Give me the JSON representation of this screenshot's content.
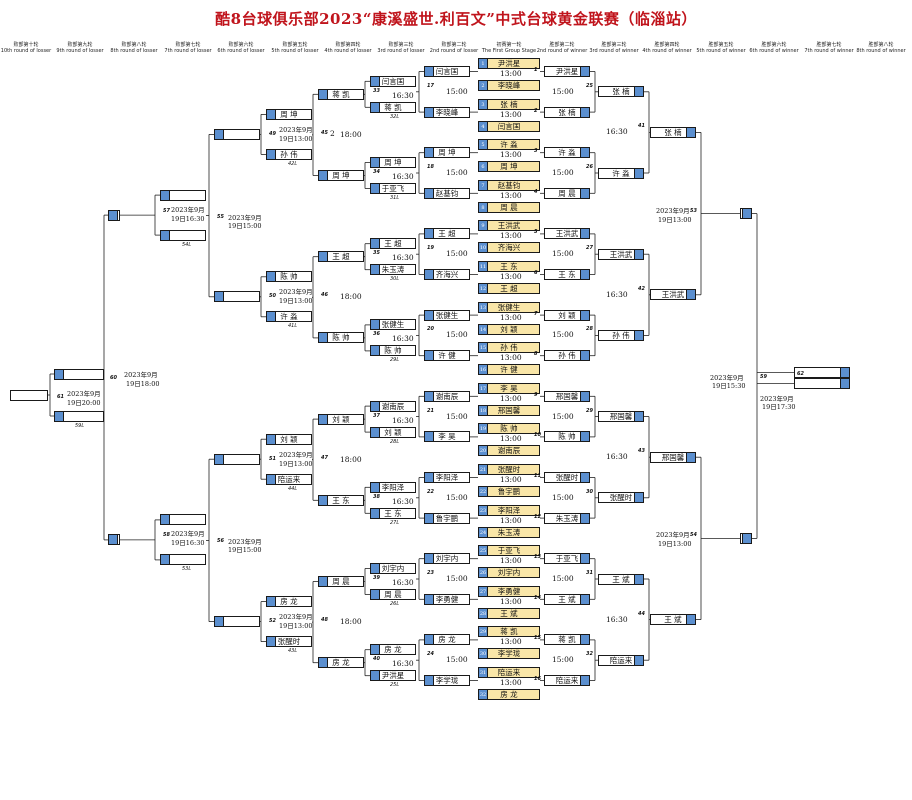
{
  "title": "酷8台球俱乐部2023“康溪盛世.利百文”中式台球黄金联赛（临淄站）",
  "headers": [
    {
      "cn": "败部第十轮",
      "en": "10th round of losser"
    },
    {
      "cn": "败部第九轮",
      "en": "9th round of losser"
    },
    {
      "cn": "败部第八轮",
      "en": "8th round of losser"
    },
    {
      "cn": "败部第七轮",
      "en": "7th round of losser"
    },
    {
      "cn": "败部第六轮",
      "en": "6th round of losser"
    },
    {
      "cn": "败部第五轮",
      "en": "5th round of losser"
    },
    {
      "cn": "败部第四轮",
      "en": "4th round of losser"
    },
    {
      "cn": "败部第三轮",
      "en": "3rd round of losser"
    },
    {
      "cn": "败部第二轮",
      "en": "2nd round of losser"
    },
    {
      "cn": "初赛第一轮",
      "en": "The First Group Stage"
    },
    {
      "cn": "胜部第二轮",
      "en": "2nd round of winner"
    },
    {
      "cn": "胜部第三轮",
      "en": "3rd round of winner"
    },
    {
      "cn": "胜部第四轮",
      "en": "4th round of winner"
    },
    {
      "cn": "胜部第五轮",
      "en": "5th round of winner"
    },
    {
      "cn": "胜部第六轮",
      "en": "6th round of winner"
    },
    {
      "cn": "胜部第七轮",
      "en": "7th round of winner"
    },
    {
      "cn": "胜部第八轮",
      "en": "8th round of winner"
    }
  ],
  "first_round": [
    {
      "n": "1",
      "a": "尹洪星",
      "b": "李晓峰",
      "t": "13:00"
    },
    {
      "n": "2",
      "a": "张 楠",
      "b": "闫言国",
      "t": "13:00"
    },
    {
      "n": "3",
      "a": "许 淼",
      "b": "周 坤",
      "t": "13:00"
    },
    {
      "n": "4",
      "a": "赵基钧",
      "b": "周 晨",
      "t": "13:00"
    },
    {
      "n": "5",
      "a": "王洪武",
      "b": "齐海兴",
      "t": "13:00"
    },
    {
      "n": "6",
      "a": "王 东",
      "b": "王 超",
      "t": "13:00"
    },
    {
      "n": "7",
      "a": "张健生",
      "b": "刘 颖",
      "t": "13:00"
    },
    {
      "n": "8",
      "a": "孙 伟",
      "b": "许 健",
      "t": "13:00"
    },
    {
      "n": "9",
      "a": "李 昊",
      "b": "邢国馨",
      "t": "13:00"
    },
    {
      "n": "10",
      "a": "陈 帅",
      "b": "谢南辰",
      "t": "13:00"
    },
    {
      "n": "11",
      "a": "张醒时",
      "b": "鲁宇鹏",
      "t": "13:00"
    },
    {
      "n": "12",
      "a": "李阳泽",
      "b": "朱玉涛",
      "t": "13:00"
    },
    {
      "n": "13",
      "a": "于亚飞",
      "b": "刘宇内",
      "t": "13:00"
    },
    {
      "n": "14",
      "a": "李勇健",
      "b": "王 斌",
      "t": "13:00"
    },
    {
      "n": "15",
      "a": "蒋 凯",
      "b": "李学珑",
      "t": "13:00"
    },
    {
      "n": "16",
      "a": "陪运来",
      "b": "房 龙",
      "t": "13:00"
    }
  ],
  "first_round_seeds": [
    "1",
    "2",
    "3",
    "4",
    "5",
    "6",
    "7",
    "8",
    "9",
    "10",
    "11",
    "12",
    "13",
    "14",
    "15",
    "16",
    "17",
    "18",
    "19",
    "20",
    "21",
    "22",
    "23",
    "24",
    "25",
    "26",
    "27",
    "28",
    "29",
    "30",
    "31",
    "32"
  ],
  "w2": [
    {
      "n": "25",
      "a": "尹洪星",
      "b": "张 楠",
      "t": "15:00"
    },
    {
      "n": "26",
      "a": "许 淼",
      "b": "周 晨",
      "t": "15:00"
    },
    {
      "n": "27",
      "a": "王洪武",
      "b": "王 东",
      "t": "15:00"
    },
    {
      "n": "28",
      "a": "刘 颖",
      "b": "孙 伟",
      "t": "15:00"
    },
    {
      "n": "29",
      "a": "邢国馨",
      "b": "陈 帅",
      "t": "15:00"
    },
    {
      "n": "30",
      "a": "张醒时",
      "b": "朱玉涛",
      "t": "15:00"
    },
    {
      "n": "31",
      "a": "于亚飞",
      "b": "王 斌",
      "t": "15:00"
    },
    {
      "n": "32",
      "a": "蒋 凯",
      "b": "陪运来",
      "t": "15:00"
    }
  ],
  "w2_small": [
    "1",
    "2",
    "3",
    "4",
    "5",
    "6",
    "7",
    "8",
    "9",
    "10",
    "11",
    "12",
    "13",
    "14",
    "15",
    "16"
  ],
  "w3": [
    {
      "n": "41",
      "a": "张 楠",
      "b": "许 淼",
      "t": "16:30"
    },
    {
      "n": "42",
      "a": "王洪武",
      "b": "孙 伟",
      "t": "16:30"
    },
    {
      "n": "43",
      "a": "邢国馨",
      "b": "张醒时",
      "t": "16:30"
    },
    {
      "n": "44",
      "a": "王 斌",
      "b": "陪运来",
      "t": "16:30"
    }
  ],
  "w4": [
    {
      "n": "53",
      "a": "张 楠",
      "b": "王洪武",
      "t1": "2023年9月",
      "t2": "19日13:00"
    },
    {
      "n": "54",
      "a": "邢国馨",
      "b": "王 斌",
      "t1": "2023年9月",
      "t2": "19日13:00"
    }
  ],
  "w5": {
    "n": "59",
    "t1": "2023年9月",
    "t2": "19日15:30"
  },
  "w6": {
    "n": "62",
    "t1": "2023年9月",
    "t2": "19日17:30"
  },
  "l2": [
    {
      "n": "17",
      "a": "闫言国",
      "b": "李晓峰",
      "t": "15:00"
    },
    {
      "n": "18",
      "a": "周 坤",
      "b": "赵基钧",
      "t": "15:00"
    },
    {
      "n": "19",
      "a": "王 超",
      "b": "齐海兴",
      "t": "15:00"
    },
    {
      "n": "20",
      "a": "张健生",
      "b": "许 健",
      "t": "15:00"
    },
    {
      "n": "21",
      "a": "谢南辰",
      "b": "李 昊",
      "t": "15:00"
    },
    {
      "n": "22",
      "a": "李阳泽",
      "b": "鲁宇鹏",
      "t": "15:00"
    },
    {
      "n": "23",
      "a": "刘宇内",
      "b": "李勇健",
      "t": "15:00"
    },
    {
      "n": "24",
      "a": "房 龙",
      "b": "李学珑",
      "t": "15:00"
    }
  ],
  "l3": [
    {
      "n": "33",
      "a": "闫言国",
      "b": "蒋 凯",
      "t": "16:30",
      "lbl": "32L"
    },
    {
      "n": "34",
      "a": "周 坤",
      "b": "于亚飞",
      "t": "16:30",
      "lbl": "31L"
    },
    {
      "n": "35",
      "a": "王 超",
      "b": "朱玉涛",
      "t": "16:30",
      "lbl": "30L"
    },
    {
      "n": "36",
      "a": "张健生",
      "b": "陈 帅",
      "t": "16:30",
      "lbl": "29L"
    },
    {
      "n": "37",
      "a": "谢南辰",
      "b": "刘 颖",
      "t": "16:30",
      "lbl": "28L"
    },
    {
      "n": "38",
      "a": "李阳泽",
      "b": "王 东",
      "t": "16:30",
      "lbl": "27L"
    },
    {
      "n": "39",
      "a": "刘宇内",
      "b": "周 晨",
      "t": "16:30",
      "lbl": "26L"
    },
    {
      "n": "40",
      "a": "房 龙",
      "b": "尹洪星",
      "t": "16:30",
      "lbl": "25L"
    }
  ],
  "l4": [
    {
      "n": "45",
      "a": "蒋 凯",
      "b": "周 坤",
      "t": "18:00",
      "extra": "2"
    },
    {
      "n": "46",
      "a": "王 超",
      "b": "陈 帅",
      "t": "18:00"
    },
    {
      "n": "47",
      "a": "刘 颖",
      "b": "王 东",
      "t": "18:00"
    },
    {
      "n": "48",
      "a": "周 晨",
      "b": "房 龙",
      "t": "18:00"
    }
  ],
  "l5": [
    {
      "n": "49",
      "a": "周 坤",
      "b": "孙 伟",
      "t1": "2023年9月",
      "t2": "19日13:00",
      "lbl": "42L"
    },
    {
      "n": "50",
      "a": "陈 帅",
      "b": "许 淼",
      "t1": "2023年9月",
      "t2": "19日13:00",
      "lbl": "41L"
    },
    {
      "n": "51",
      "a": "刘 颖",
      "b": "陪运来",
      "t1": "2023年9月",
      "t2": "19日13:00",
      "lbl": "44L"
    },
    {
      "n": "52",
      "a": "房 龙",
      "b": "张醒时",
      "t1": "2023年9月",
      "t2": "19日13:00",
      "lbl": "43L"
    }
  ],
  "l6": [
    {
      "n": "55",
      "t1": "2023年9月",
      "t2": "19日15:00"
    },
    {
      "n": "56",
      "t1": "2023年9月",
      "t2": "19日15:00"
    }
  ],
  "l7": [
    {
      "n": "57",
      "t1": "2023年9月",
      "t2": "19日16:30",
      "lbl": "54L"
    },
    {
      "n": "58",
      "t1": "2023年9月",
      "t2": "19日16:30",
      "lbl": "53L"
    }
  ],
  "l8": {
    "n": "60",
    "t1": "2023年9月",
    "t2": "19日18:00"
  },
  "l9": {
    "n": "61",
    "t1": "2023年9月",
    "t2": "19日20:00",
    "lbl": "59L"
  }
}
